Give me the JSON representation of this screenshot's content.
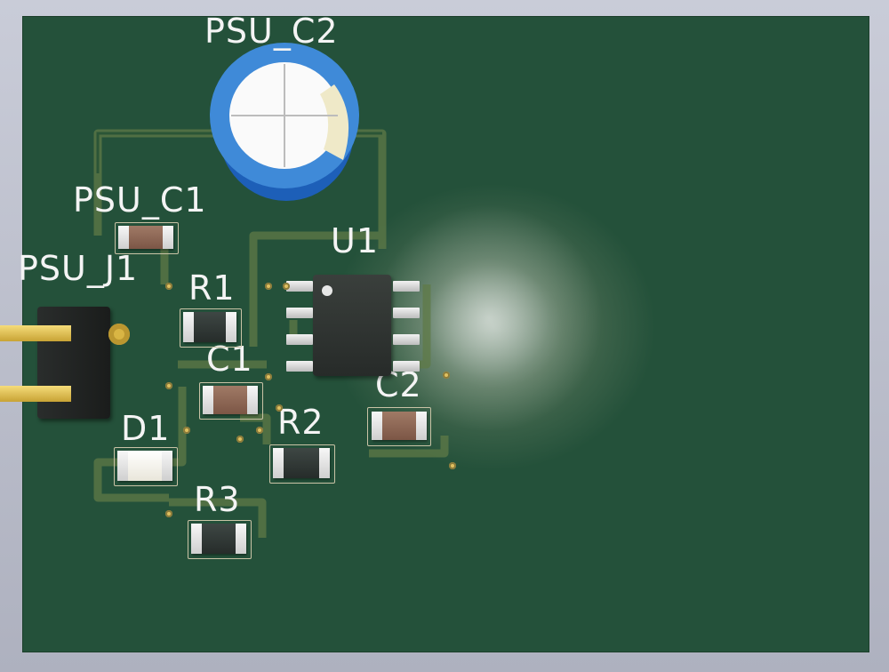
{
  "labels": {
    "psu_c2": "PSU_C2",
    "psu_c1": "PSU_C1",
    "psu_j1": "PSU_J1",
    "u1": "U1",
    "r1": "R1",
    "c1": "C1",
    "c2": "C2",
    "r2": "R2",
    "d1": "D1",
    "r3": "R3"
  }
}
